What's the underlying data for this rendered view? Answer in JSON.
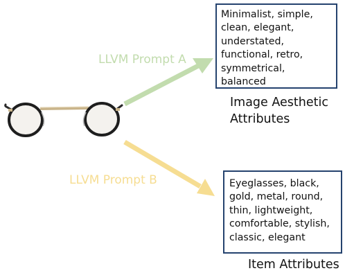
{
  "prompt_a": {
    "label": "LLVM Prompt A",
    "color": "#c2dcae"
  },
  "prompt_b": {
    "label": "LLVM Prompt B",
    "color": "#f6dd92"
  },
  "output_a": {
    "text": "Minimalist, simple, clean, elegant, understated, functional, retro, symmetrical, balanced",
    "caption": "Image Aesthetic Attributes"
  },
  "output_b": {
    "text": "Eyeglasses, black, gold, metal, round, thin, lightweight, comfortable, stylish, classic, elegant",
    "caption": "Item Attributes"
  },
  "box_border_color": "#24426e",
  "input_icon": "eyeglasses-photo"
}
